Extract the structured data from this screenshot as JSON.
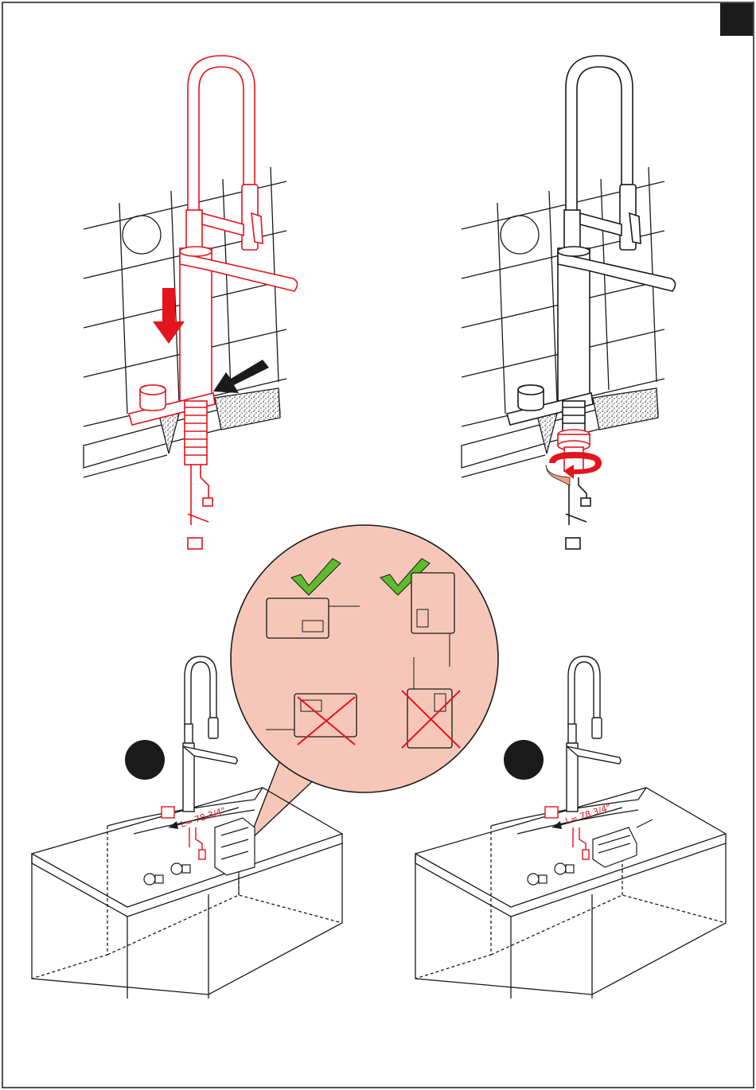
{
  "colors": {
    "accent_red": "#e3141b",
    "callout_fill": "#f6c7b8",
    "check_green": "#5dbb2e",
    "cross_red": "#e3141b",
    "rotate_arrow": "#f29f84",
    "line": "#1a1a1a",
    "tab": "#1a1a1a"
  },
  "panels": {
    "step_install_pressdown": {
      "icons": [
        "down-arrow-icon",
        "insert-arrow-icon"
      ]
    },
    "step_tighten_nut": {
      "icons": [
        "rotate-arrow-icon"
      ]
    },
    "step_mount_left": {
      "dimension_label": "L= 78 3/4\""
    },
    "step_mount_right": {
      "dimension_label": "L= 78 3/4\""
    }
  },
  "callout": {
    "items": [
      {
        "status": "correct",
        "icon": "checkmark-icon",
        "orientation": "horizontal"
      },
      {
        "status": "correct",
        "icon": "checkmark-icon",
        "orientation": "vertical"
      },
      {
        "status": "incorrect",
        "icon": "cross-icon",
        "orientation": "horizontal-cable-left"
      },
      {
        "status": "incorrect",
        "icon": "cross-icon",
        "orientation": "vertical-cable-top"
      }
    ]
  }
}
